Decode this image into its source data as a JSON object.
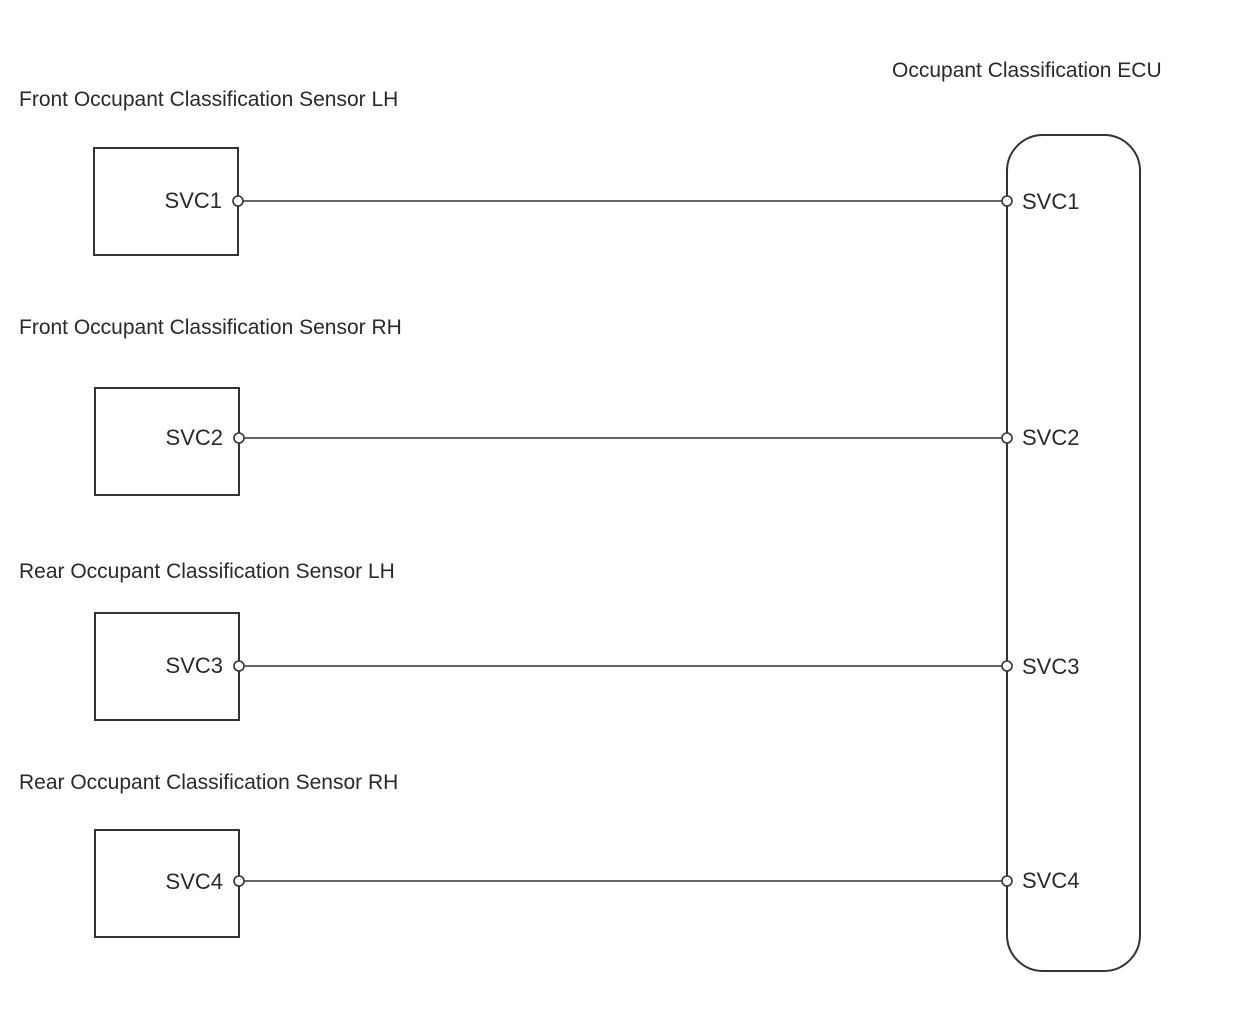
{
  "ecu": {
    "title": "Occupant Classification ECU",
    "pins": [
      "SVC1",
      "SVC2",
      "SVC3",
      "SVC4"
    ]
  },
  "sensors": [
    {
      "title": "Front Occupant Classification Sensor LH",
      "pin": "SVC1"
    },
    {
      "title": "Front Occupant Classification Sensor RH",
      "pin": "SVC2"
    },
    {
      "title": "Rear Occupant Classification Sensor LH",
      "pin": "SVC3"
    },
    {
      "title": "Rear Occupant Classification Sensor RH",
      "pin": "SVC4"
    }
  ],
  "colors": {
    "line": "#333333",
    "text": "#2a2a2a",
    "background": "#ffffff"
  }
}
